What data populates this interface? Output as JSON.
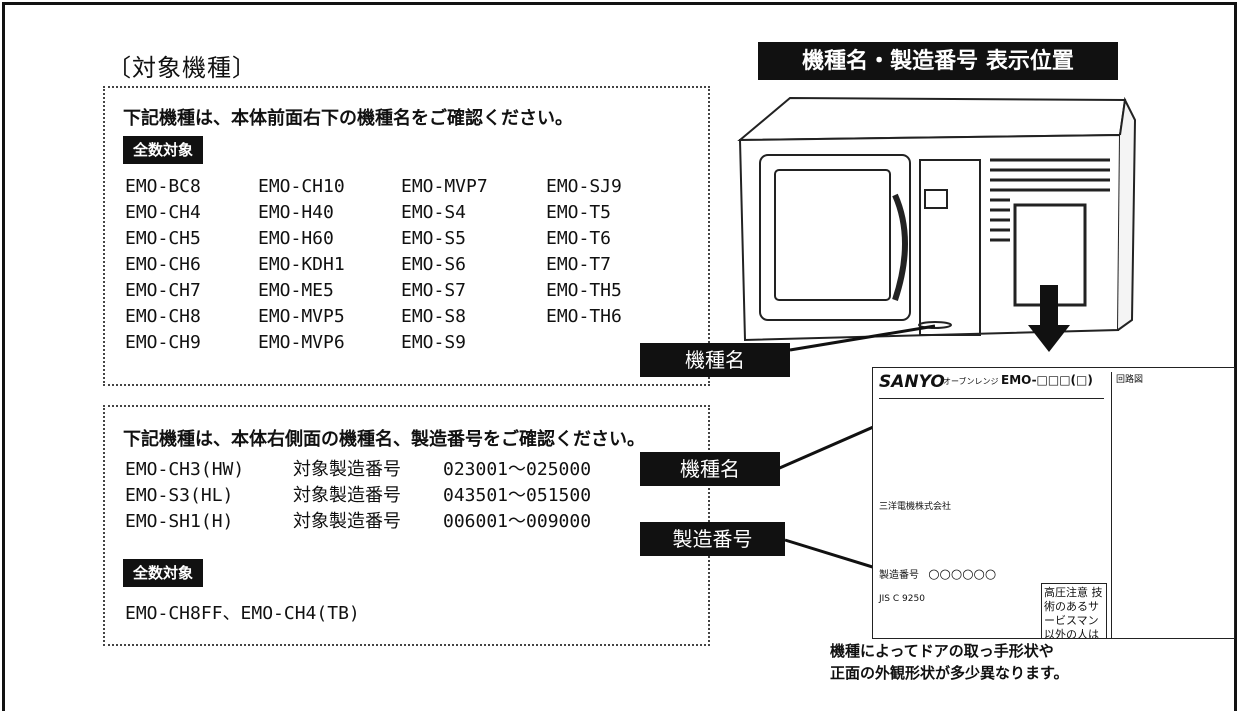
{
  "section_title": "〔対象機種〕",
  "box1": {
    "intro": "下記機種は、本体前面右下の機種名をご確認ください。",
    "badge": "全数対象",
    "models": [
      "EMO-BC8",
      "EMO-CH10",
      "EMO-MVP7",
      "EMO-SJ9",
      "EMO-CH4",
      "EMO-H40",
      "EMO-S4",
      "EMO-T5",
      "EMO-CH5",
      "EMO-H60",
      "EMO-S5",
      "EMO-T6",
      "EMO-CH6",
      "EMO-KDH1",
      "EMO-S6",
      "EMO-T7",
      "EMO-CH7",
      "EMO-ME5",
      "EMO-S7",
      "EMO-TH5",
      "EMO-CH8",
      "EMO-MVP5",
      "EMO-S8",
      "EMO-TH6",
      "EMO-CH9",
      "EMO-MVP6",
      "EMO-S9",
      ""
    ]
  },
  "box2": {
    "intro": "下記機種は、本体右側面の機種名、製造番号をご確認ください。",
    "serial_rows": [
      {
        "model": "EMO-CH3(HW)",
        "label": "対象製造番号",
        "range": "023001～025000"
      },
      {
        "model": "EMO-S3(HL)",
        "label": "対象製造番号",
        "range": "043501～051500"
      },
      {
        "model": "EMO-SH1(H)",
        "label": "対象製造番号",
        "range": "006001～009000"
      }
    ],
    "badge": "全数対象",
    "extra_models": "EMO-CH8FF、EMO-CH4(TB)"
  },
  "right": {
    "header": "機種名・製造番号 表示位置",
    "callout_model_1": "機種名",
    "callout_model_2": "機種名",
    "callout_serial": "製造番号",
    "note_line1": "機種によってドアの取っ手形状や",
    "note_line2": "正面の外観形状が多少異なります。"
  },
  "label_card": {
    "brand": "SANYO",
    "product": "オーブンレンジ",
    "model": "EMO-□□□(□)",
    "diagram_title": "回路図",
    "serial_label": "製造番号",
    "serial_value": "○○○○○○",
    "warning": "高圧注意 技術のあるサービスマン以外の人は絶対にキャビ",
    "jis": "JIS C 9250",
    "maker": "三洋電機株式会社"
  },
  "colors": {
    "ink": "#111111",
    "background": "#ffffff"
  }
}
